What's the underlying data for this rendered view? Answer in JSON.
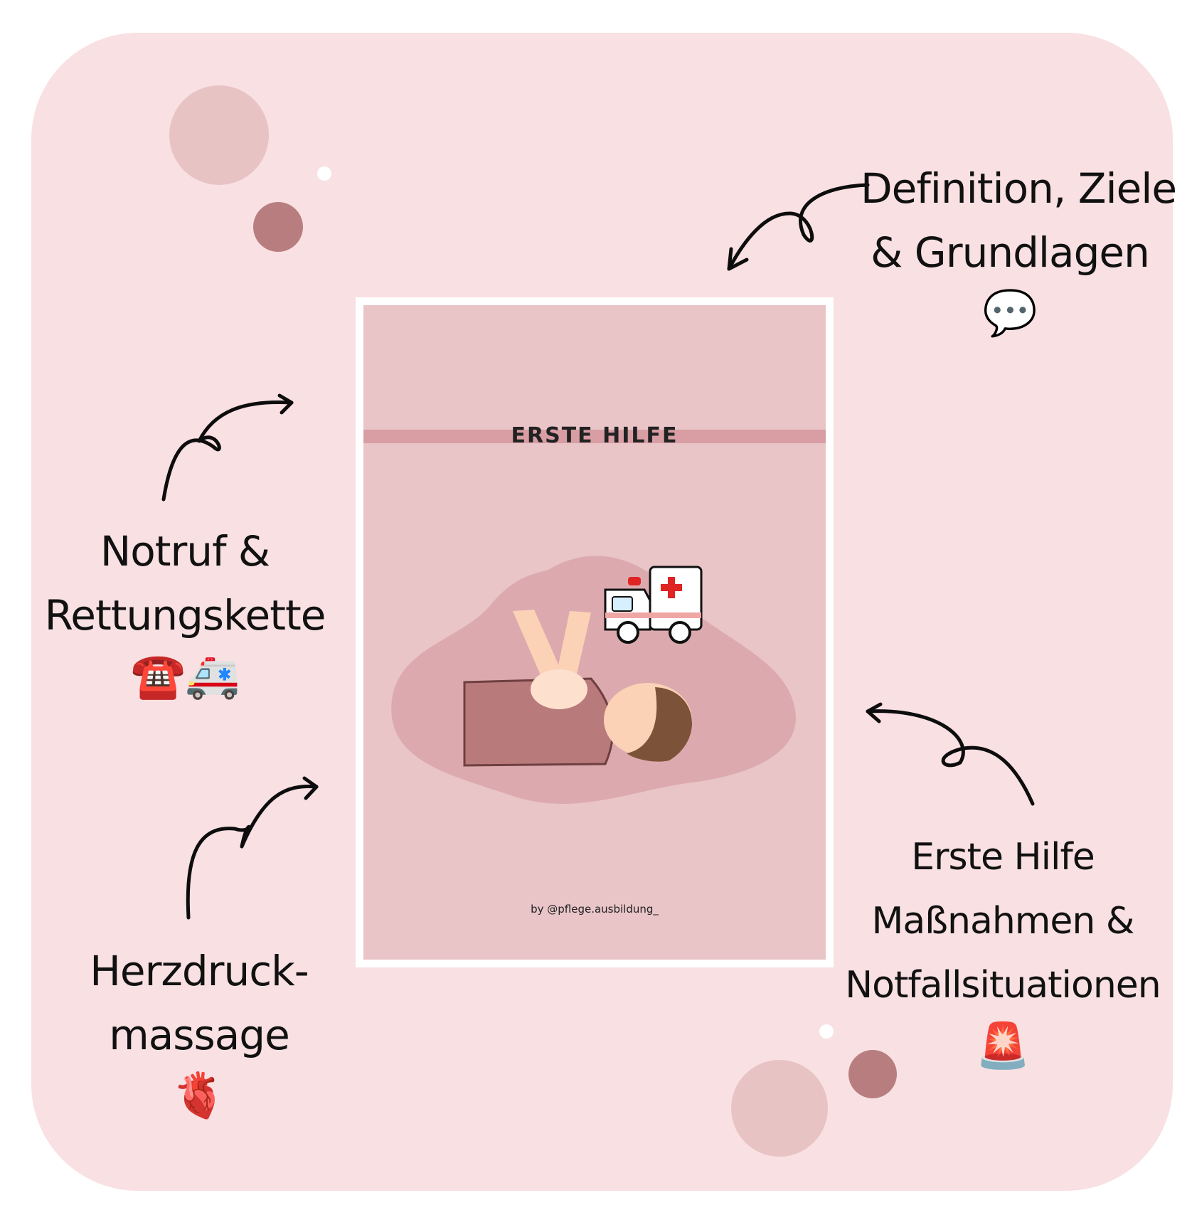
{
  "labels": {
    "definition": [
      "Definition, Ziele",
      "& Grundlagen"
    ],
    "definition_emoji": "💬",
    "notruf": [
      "Notruf &",
      "Rettungskette"
    ],
    "notruf_emoji": "☎️🚑",
    "herzdruck": [
      "Herzdruck-",
      "massage"
    ],
    "herzdruck_emoji": "🫀",
    "erste_hilfe": [
      "Erste Hilfe",
      "Maßnahmen &",
      "Notfallsituationen"
    ],
    "erste_hilfe_emoji": "🚨"
  },
  "cover": {
    "title": "ERSTE HILFE",
    "byline": "by @pflege.ausbildung_"
  },
  "colors": {
    "panel": "#f9e0e3",
    "cover_bg": "#e9c5c8",
    "band": "#d99da4",
    "blob": "#dcaaae",
    "body": "#b97a7c",
    "skin": "#fcd2b7",
    "hair": "#7c5238",
    "deco_light": "#e8c3c4",
    "deco_dark": "#b87e7f"
  }
}
